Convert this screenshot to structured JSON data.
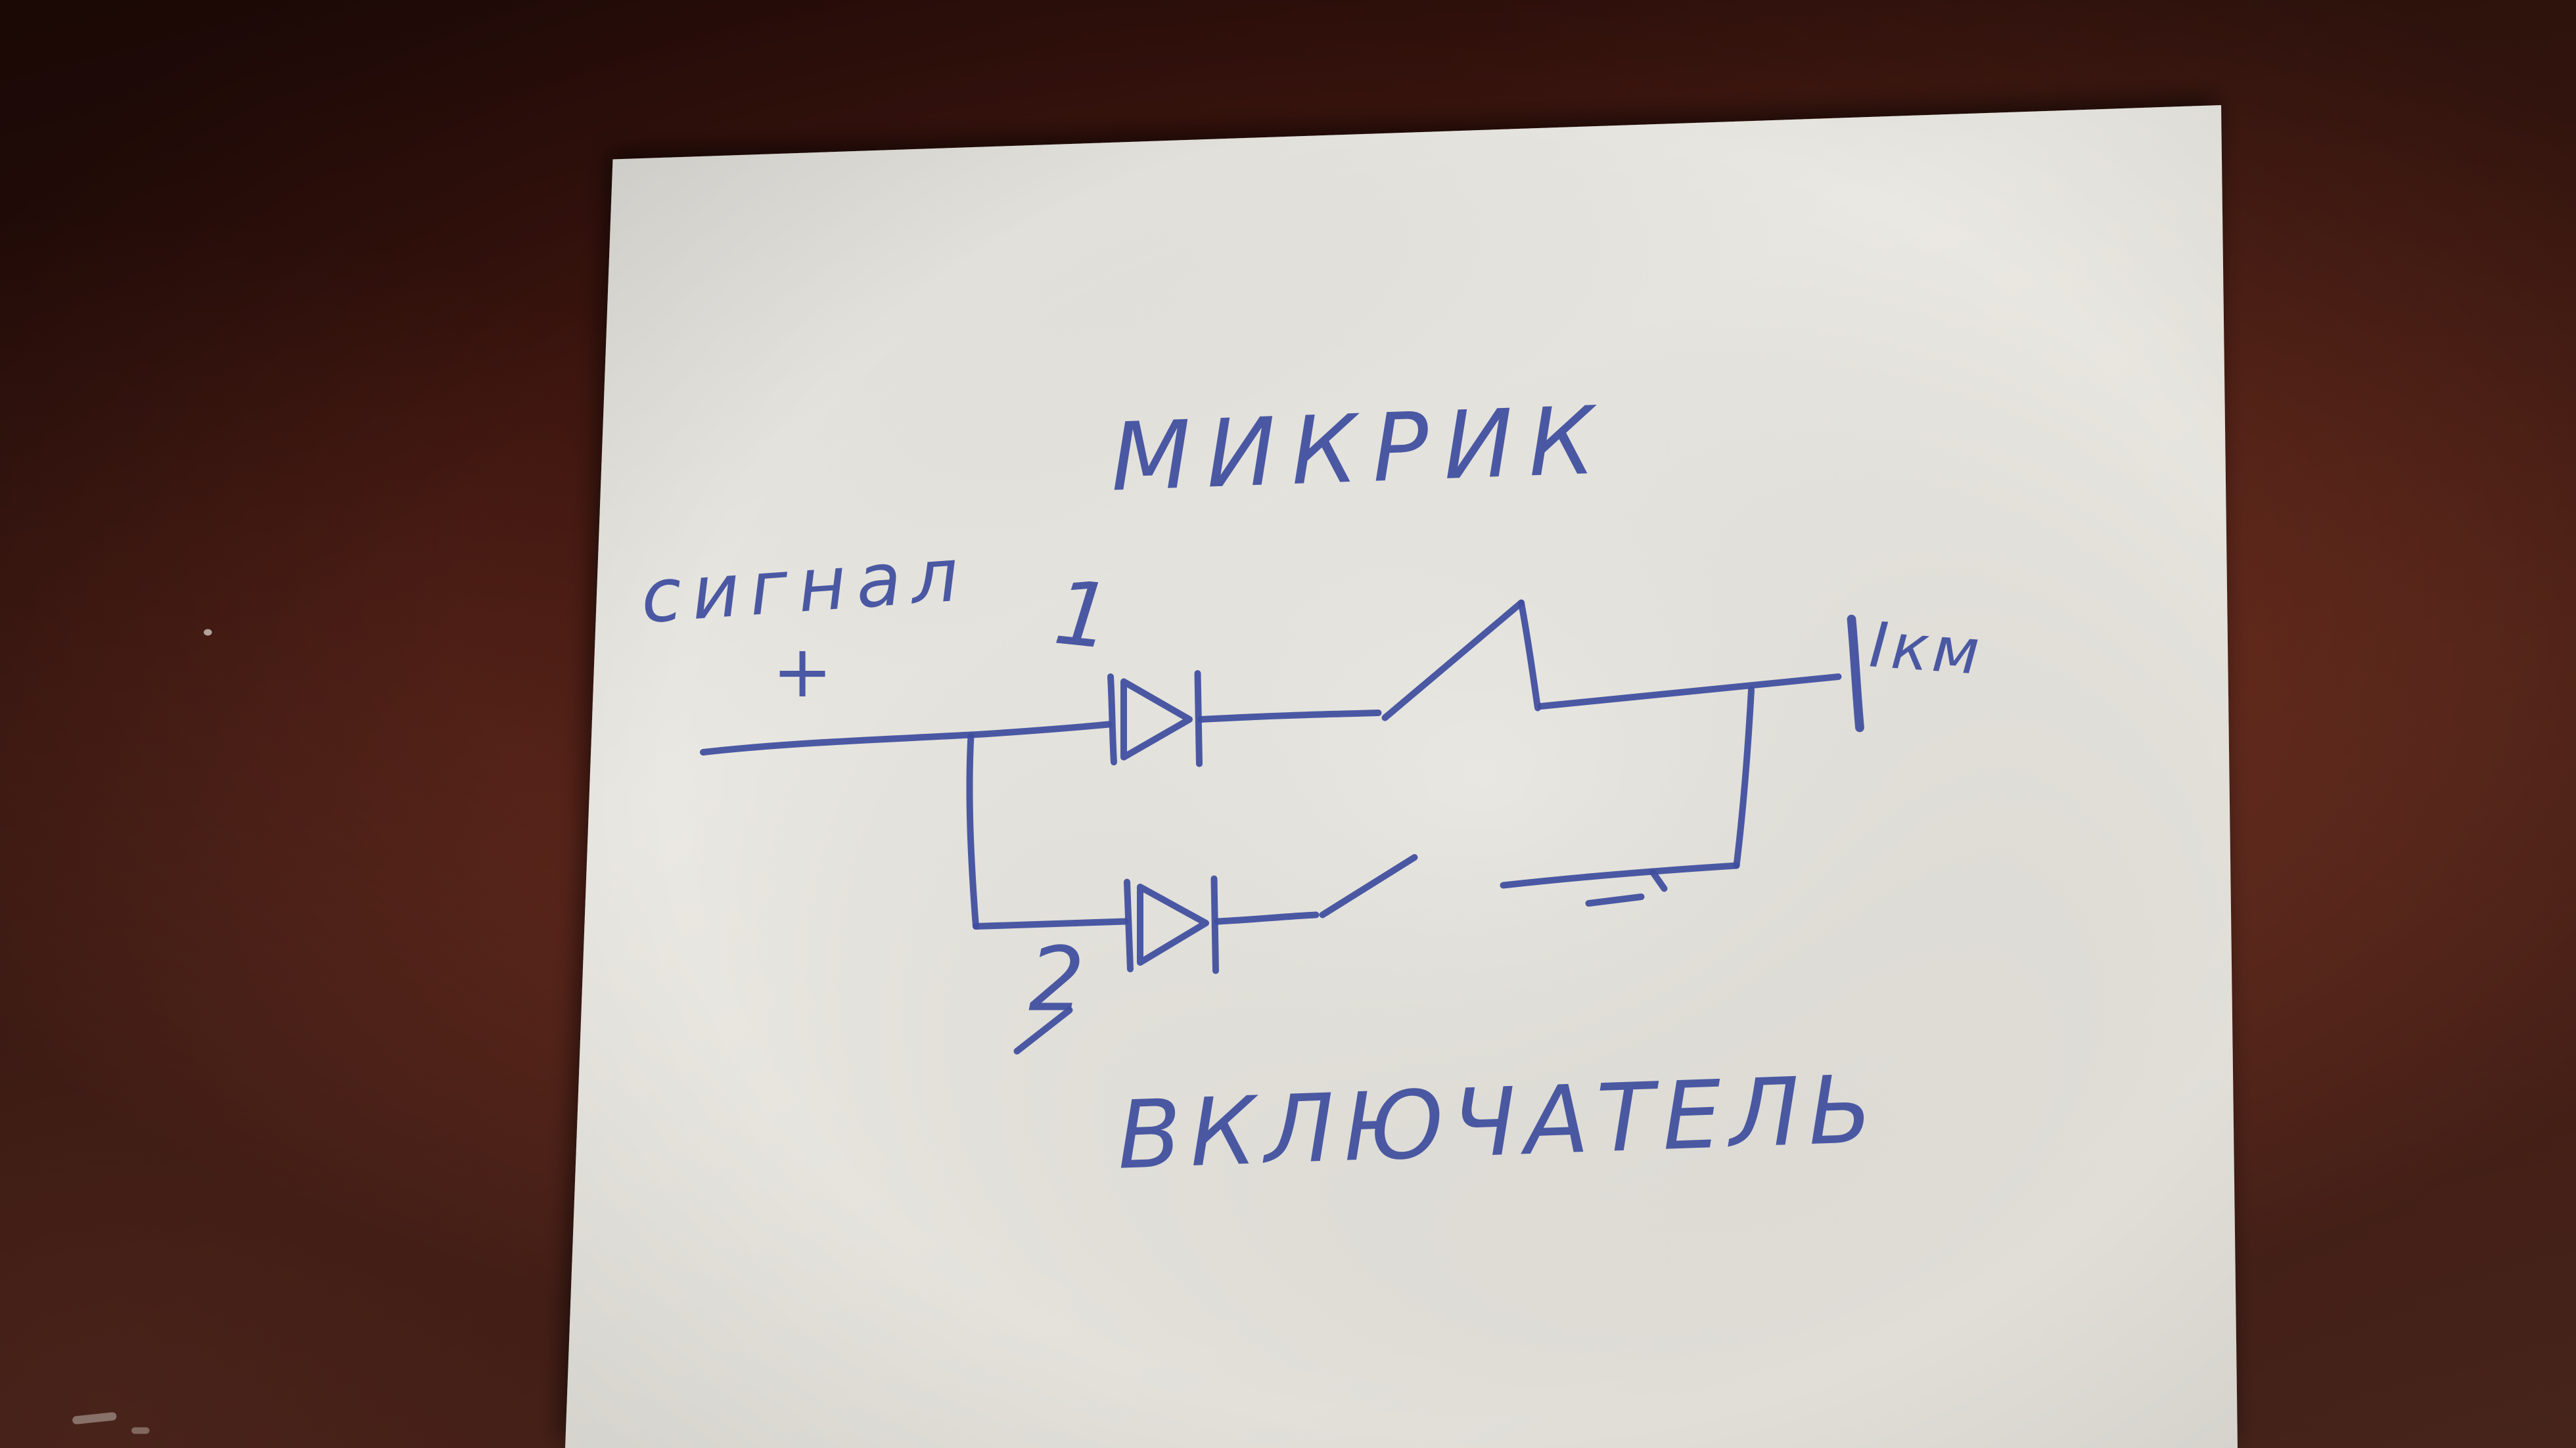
{
  "labels": {
    "title": "МИКРИК",
    "signal": "сигнал",
    "plus": "+",
    "diode1": "1",
    "diode2": "2",
    "caption": "ВКЛЮЧАТЕЛЬ",
    "terminal": "Ікм"
  },
  "colors": {
    "ink": "#3e4e9e",
    "paper": "#e7e5df",
    "table_dark": "#2b0e0a",
    "table_light": "#6e382b"
  }
}
